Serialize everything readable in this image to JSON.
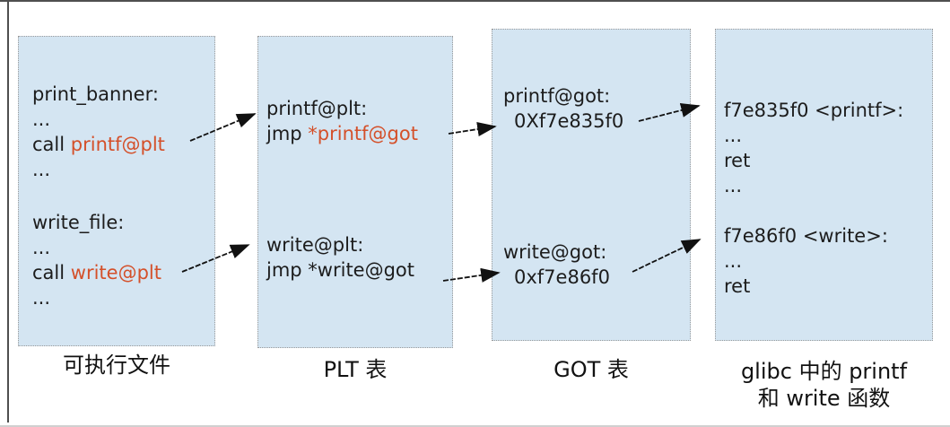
{
  "colors": {
    "box_fill": "#d4e5f2",
    "box_border_dotted": "#9a9a9a",
    "highlight_red": "#d4502a",
    "text": "#1c1c1c",
    "frame_line": "#4f4f4f",
    "arrow": "#111111"
  },
  "boxes": [
    {
      "name": "executable",
      "label": "可执行文件",
      "lines": [
        {
          "b": "print_banner:",
          "r": ""
        },
        {
          "b": "...",
          "r": ""
        },
        {
          "b": "call ",
          "r": "printf@plt"
        },
        {
          "b": "...",
          "r": ""
        },
        {
          "b": "write_file:",
          "r": ""
        },
        {
          "b": "...",
          "r": ""
        },
        {
          "b": "call ",
          "r": "write@plt"
        },
        {
          "b": "...",
          "r": ""
        }
      ]
    },
    {
      "name": "plt-table",
      "label": "PLT 表",
      "lines": [
        {
          "b": "printf@plt:",
          "r": ""
        },
        {
          "b": "jmp ",
          "r": "*printf@got"
        },
        {
          "b": "write@plt:",
          "r": ""
        },
        {
          "b": "jmp ",
          "r": "*write@got"
        }
      ]
    },
    {
      "name": "got-table",
      "label": "GOT 表",
      "lines": [
        {
          "b": "printf@got:",
          "r": ""
        },
        {
          "b": "0Xf7e835f0",
          "r": ""
        },
        {
          "b": "write@got:",
          "r": ""
        },
        {
          "b": "0xf7e86f0",
          "r": ""
        }
      ]
    },
    {
      "name": "glibc-functions",
      "label": "glibc 中的 printf",
      "label2": "和 write 函数",
      "lines": [
        {
          "b": "f7e835f0 <printf>:",
          "r": ""
        },
        {
          "b": "...",
          "r": ""
        },
        {
          "b": "ret",
          "r": ""
        },
        {
          "b": "...",
          "r": ""
        },
        {
          "b": "f7e86f0 <write>:",
          "r": ""
        },
        {
          "b": "...",
          "r": ""
        },
        {
          "b": "ret",
          "r": ""
        }
      ]
    }
  ],
  "connections": [
    {
      "from": "call printf@plt",
      "to": "printf@plt:"
    },
    {
      "from": "jmp *printf@got",
      "to": "printf@got: 0Xf7e835f0"
    },
    {
      "from": "printf@got: 0Xf7e835f0",
      "to": "f7e835f0 <printf>:"
    },
    {
      "from": "call write@plt",
      "to": "write@plt:"
    },
    {
      "from": "jmp *write@got",
      "to": "write@got: 0xf7e86f0"
    },
    {
      "from": "write@got: 0xf7e86f0",
      "to": "f7e86f0 <write>:"
    }
  ]
}
